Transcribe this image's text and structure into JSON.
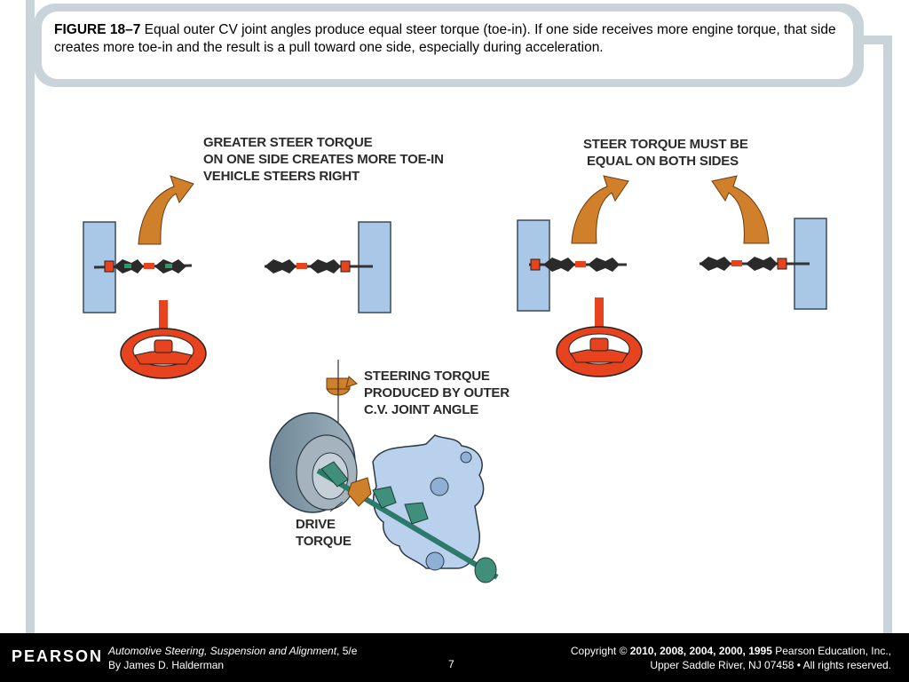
{
  "caption": {
    "figure_number": "FIGURE 18–7",
    "text": " Equal outer CV joint angles produce equal steer torque (toe-in). If one side receives more engine torque, that side creates more toe-in and the result is a pull toward one side, especially during acceleration."
  },
  "labels": {
    "left_title": "GREATER STEER TORQUE\nON ONE SIDE CREATES MORE TOE-IN\nVEHICLE STEERS RIGHT",
    "right_title": "STEER TORQUE MUST BE\n EQUAL ON BOTH SIDES",
    "steering_torque": "STEERING TORQUE\nPRODUCED BY OUTER\nC.V. JOINT ANGLE",
    "drive_torque": "DRIVE\nTORQUE"
  },
  "footer": {
    "logo": "PEARSON",
    "book_title": "Automotive Steering, Suspension and Alignment",
    "edition": ", 5/e",
    "author": "By James D. Halderman",
    "page": "7",
    "copyright_prefix": "Copyright © ",
    "copyright_years": "2010, 2008, 2004, 2000, 1995",
    "copyright_holder": " Pearson Education, Inc.,",
    "copyright_line2": "Upper Saddle River, NJ 07458 • All rights reserved."
  },
  "colors": {
    "frame": "#c9d3da",
    "wheel": "#a9c8e8",
    "arrow": "#d07f2a",
    "steering": "#e8431f",
    "shaft": "#2d7a6a",
    "knuckle": "#b9d1ec"
  }
}
